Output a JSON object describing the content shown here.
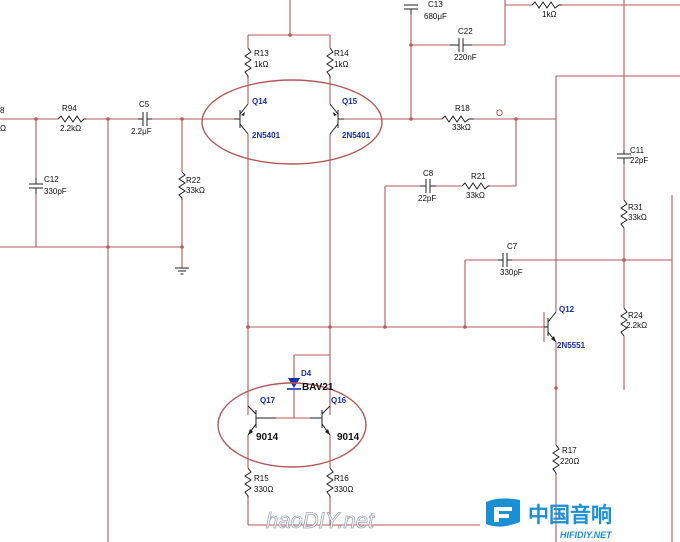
{
  "components": {
    "r94": {
      "ref": "R94",
      "value": "2.2kΩ"
    },
    "c5": {
      "ref": "C5",
      "value": "2.2μF"
    },
    "c12": {
      "ref": "C12",
      "value": "330pF"
    },
    "r22": {
      "ref": "R22",
      "value": "33kΩ"
    },
    "r13": {
      "ref": "R13",
      "value": "1kΩ"
    },
    "r14": {
      "ref": "R14",
      "value": "1kΩ"
    },
    "q14": {
      "ref": "Q14",
      "part": "2N5401"
    },
    "q15": {
      "ref": "Q15",
      "part": "2N5401"
    },
    "c13": {
      "ref": "C13",
      "value": "680μF"
    },
    "c22": {
      "ref": "C22",
      "value": "220nF"
    },
    "r_top": {
      "value": "1kΩ"
    },
    "r18": {
      "ref": "R18",
      "value": "33kΩ"
    },
    "node_o": {
      "label": "O"
    },
    "c8": {
      "ref": "C8",
      "value": "22pF"
    },
    "r21": {
      "ref": "R21",
      "value": "33kΩ"
    },
    "c11": {
      "ref": "C11",
      "value": "22pF"
    },
    "r31": {
      "ref": "R31",
      "value": "33kΩ"
    },
    "c7": {
      "ref": "C7",
      "value": "330pF"
    },
    "q12": {
      "ref": "Q12",
      "part": "2N5551"
    },
    "r24": {
      "ref": "R24",
      "value": "2.2kΩ"
    },
    "d4": {
      "ref": "D4",
      "part": "BAV21"
    },
    "q17": {
      "ref": "Q17",
      "part": "9014"
    },
    "q16": {
      "ref": "Q16",
      "part": "9014"
    },
    "r15": {
      "ref": "R15",
      "value": "330Ω"
    },
    "r16": {
      "ref": "R16",
      "value": "330Ω"
    },
    "r17": {
      "ref": "R17",
      "value": "220Ω"
    },
    "edge_left": {
      "label1": "8",
      "label2": "Ω"
    }
  },
  "watermarks": {
    "haodiy": "haoDIY.net",
    "brand_cn": "中国音响",
    "brand_url": "HIFIDIY.NET"
  },
  "colors": {
    "wire": "#b55a5a",
    "component": "#222222",
    "ref_label": "#1a2fa8",
    "node_label": "#c0392b",
    "brand": "#1b8fd6"
  }
}
